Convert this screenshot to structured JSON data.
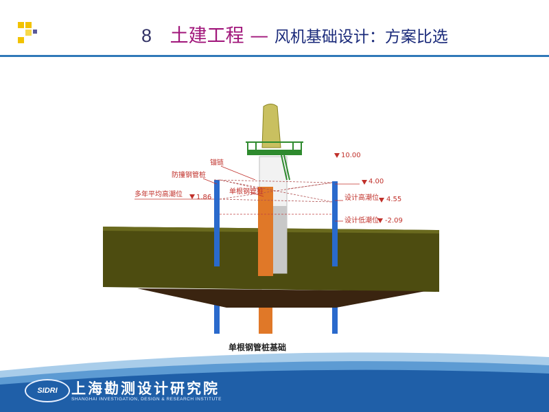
{
  "header": {
    "section_number": "8",
    "title_main": "土建工程",
    "title_dash": "—",
    "title_sub": "风机基础设计：方案比选"
  },
  "diagram": {
    "labels": {
      "anchor_chain": "锚链",
      "anti_collision_pipe": "防撞钢管桩",
      "steel_pipe_pile": "单根钢管桩",
      "avg_high_tide_prefix": "多年平均高潮位",
      "avg_high_tide_value": "1.86",
      "elev_top": "10.00",
      "elev_platform": "4.00",
      "design_high_water_prefix": "设计高潮位",
      "design_high_water_value": "4.55",
      "design_low_water_prefix": "设计低潮位",
      "design_low_water_value": "-2.09"
    },
    "caption": "单根钢管桩基础"
  },
  "footer": {
    "logo_text": "SIDRI",
    "institute_cn": "上海勘测设计研究院",
    "institute_en": "SHANGHAI INVESTIGATION, DESIGN & RESEARCH INSTITUTE"
  },
  "colors": {
    "title_main": "#a0157a",
    "title_sub": "#1a2a7a",
    "divider": "#2f78b8",
    "seabed": "#4a4a12",
    "pile_orange": "#e07828",
    "anti_collision_blue": "#2a6acc",
    "tower_yellow": "#c9c060",
    "footer_blue": "#1f5fa8",
    "label_red": "#c0302a"
  }
}
